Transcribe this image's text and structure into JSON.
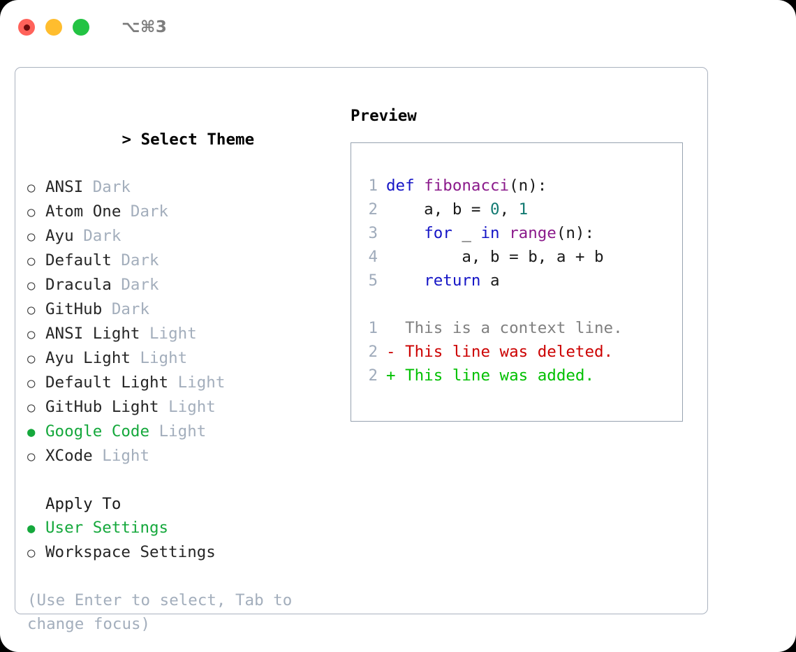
{
  "titlebar": {
    "shortcut": "⌥⌘3",
    "lights": [
      {
        "name": "close-button",
        "color": "#ff625a"
      },
      {
        "name": "minimize-button",
        "color": "#ffbd2e"
      },
      {
        "name": "maximize-button",
        "color": "#23c343"
      }
    ]
  },
  "theme_section": {
    "prompt": "> ",
    "title": "Select Theme",
    "marker_unselected": "○",
    "marker_selected": "●",
    "accent_color": "#15a83c",
    "items": [
      {
        "label": "ANSI",
        "variant": "Dark",
        "selected": false
      },
      {
        "label": "Atom One",
        "variant": "Dark",
        "selected": false
      },
      {
        "label": "Ayu",
        "variant": "Dark",
        "selected": false
      },
      {
        "label": "Default",
        "variant": "Dark",
        "selected": false
      },
      {
        "label": "Dracula",
        "variant": "Dark",
        "selected": false
      },
      {
        "label": "GitHub",
        "variant": "Dark",
        "selected": false
      },
      {
        "label": "ANSI Light",
        "variant": "Light",
        "selected": false
      },
      {
        "label": "Ayu Light",
        "variant": "Light",
        "selected": false
      },
      {
        "label": "Default Light",
        "variant": "Light",
        "selected": false
      },
      {
        "label": "GitHub Light",
        "variant": "Light",
        "selected": false
      },
      {
        "label": "Google Code",
        "variant": "Light",
        "selected": true
      },
      {
        "label": "XCode",
        "variant": "Light",
        "selected": false
      }
    ]
  },
  "apply_section": {
    "title": "Apply To",
    "items": [
      {
        "label": "User Settings",
        "selected": true
      },
      {
        "label": "Workspace Settings",
        "selected": false
      }
    ]
  },
  "hint": "(Use Enter to select, Tab to change focus)",
  "preview": {
    "title": "Preview",
    "code_lines": [
      {
        "num": "1",
        "tokens": [
          {
            "t": "def ",
            "c": "kw"
          },
          {
            "t": "fibonacci",
            "c": "fn"
          },
          {
            "t": "(n):",
            "c": "txt"
          }
        ]
      },
      {
        "num": "2",
        "tokens": [
          {
            "t": "    a, b = ",
            "c": "txt"
          },
          {
            "t": "0",
            "c": "num"
          },
          {
            "t": ", ",
            "c": "txt"
          },
          {
            "t": "1",
            "c": "num"
          }
        ]
      },
      {
        "num": "3",
        "tokens": [
          {
            "t": "    ",
            "c": "txt"
          },
          {
            "t": "for",
            "c": "kw"
          },
          {
            "t": " _ ",
            "c": "txt"
          },
          {
            "t": "in",
            "c": "kw"
          },
          {
            "t": " ",
            "c": "txt"
          },
          {
            "t": "range",
            "c": "fn"
          },
          {
            "t": "(n):",
            "c": "txt"
          }
        ]
      },
      {
        "num": "4",
        "tokens": [
          {
            "t": "        a, b = b, a + b",
            "c": "txt"
          }
        ]
      },
      {
        "num": "5",
        "tokens": [
          {
            "t": "    ",
            "c": "txt"
          },
          {
            "t": "return",
            "c": "kw"
          },
          {
            "t": " a",
            "c": "txt"
          }
        ]
      }
    ],
    "diff_lines": [
      {
        "num": "1",
        "tokens": [
          {
            "t": "  This is a context line.",
            "c": "ctx"
          }
        ]
      },
      {
        "num": "2",
        "tokens": [
          {
            "t": "- This line was deleted.",
            "c": "del"
          }
        ]
      },
      {
        "num": "2",
        "tokens": [
          {
            "t": "+ This line was added.",
            "c": "add"
          }
        ]
      }
    ]
  }
}
